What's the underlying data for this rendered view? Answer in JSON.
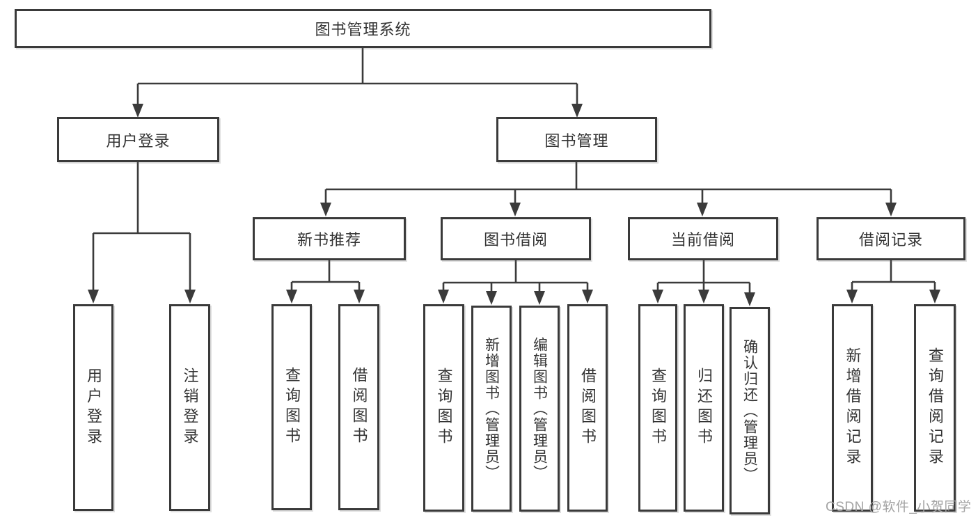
{
  "tree": {
    "root": {
      "label": "图书管理系统"
    },
    "branches": [
      {
        "label": "用户登录",
        "children": [
          {
            "label": "用户登录"
          },
          {
            "label": "注销登录"
          }
        ]
      },
      {
        "label": "图书管理",
        "children": [
          {
            "label": "新书推荐",
            "children": [
              {
                "label": "查询图书"
              },
              {
                "label": "借阅图书"
              }
            ]
          },
          {
            "label": "图书借阅",
            "children": [
              {
                "label": "查询图书"
              },
              {
                "label": "新增图书（管理员）"
              },
              {
                "label": "编辑图书（管理员）"
              },
              {
                "label": "借阅图书"
              }
            ]
          },
          {
            "label": "当前借阅",
            "children": [
              {
                "label": "查询图书"
              },
              {
                "label": "归还图书"
              },
              {
                "label": "确认归还（管理员）"
              }
            ]
          },
          {
            "label": "借阅记录",
            "children": [
              {
                "label": "新增借阅记录"
              },
              {
                "label": "查询借阅记录"
              }
            ]
          }
        ]
      }
    ]
  },
  "watermark": {
    "text": "CSDN @软件_小贺同学"
  },
  "colors": {
    "line": "#3b3b3b",
    "border": "#3a3a3a",
    "text": "#333333",
    "watermark": "#a3a3a3",
    "background": "#ffffff"
  }
}
